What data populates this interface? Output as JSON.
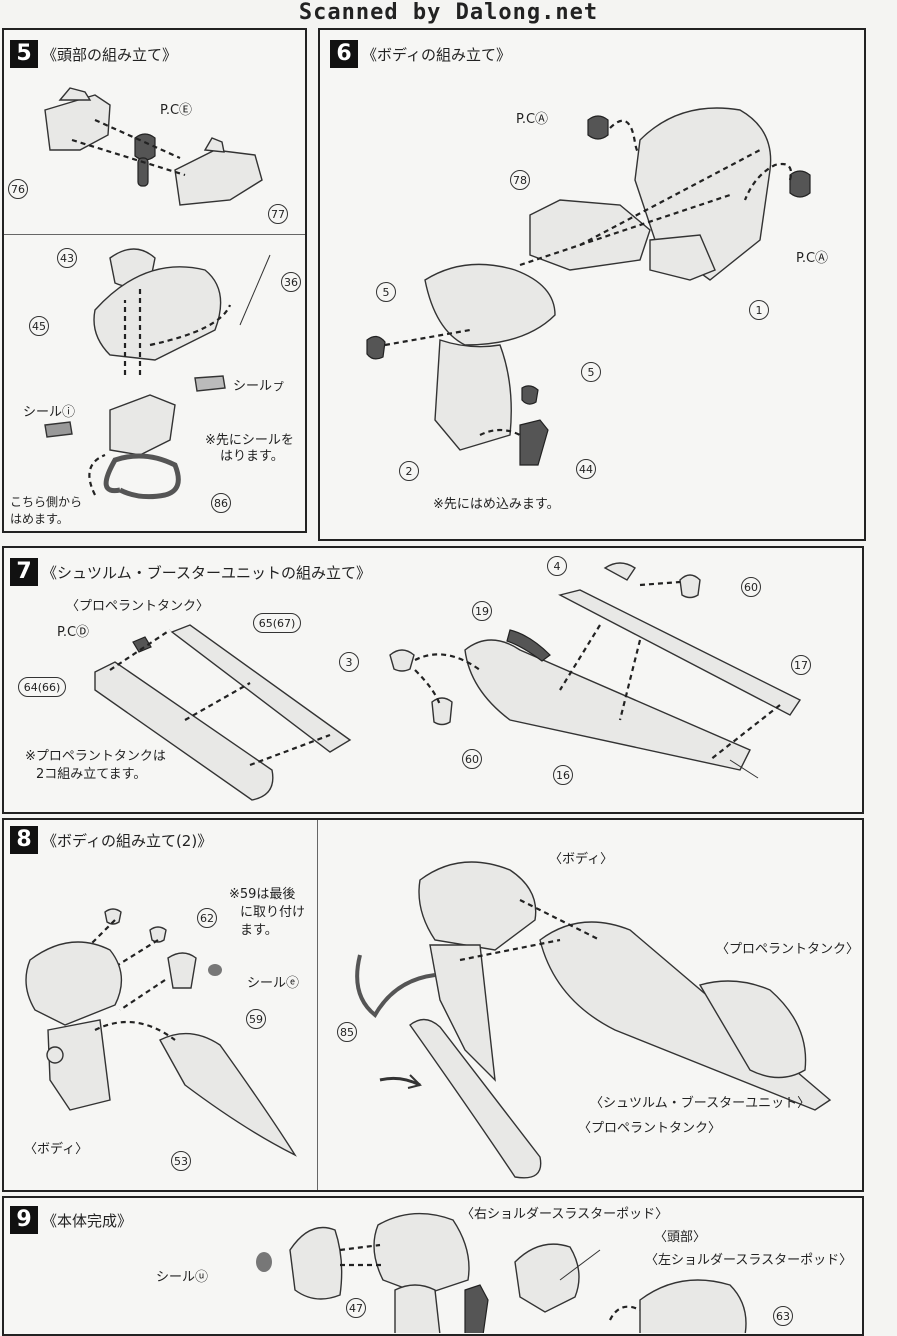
{
  "banner": "Scanned by Dalong.net",
  "s5": {
    "num": "5",
    "title": "《頭部の組み立て》",
    "pce": "P.CⒺ",
    "seal_a": "シールㇷ゚",
    "seal_i": "シールⓘ",
    "note": [
      "※先にシールを",
      "はります。"
    ],
    "side": [
      "こちら側から",
      "はめます。"
    ],
    "parts": [
      "76",
      "77",
      "43",
      "36",
      "45",
      "86"
    ]
  },
  "s6": {
    "num": "6",
    "title": "《ボディの組み立て》",
    "pca1": "P.CⒶ",
    "pca2": "P.CⒶ",
    "note": "※先にはめ込みます。",
    "parts": [
      "78",
      "5",
      "1",
      "5",
      "2",
      "44"
    ]
  },
  "s7": {
    "num": "7",
    "title": "《シュツルム・ブースターユニットの組み立て》",
    "sub": "〈プロペラントタンク〉",
    "pcd": "P.CⒹ",
    "note": [
      "※プロペラントタンクは",
      "2コ組み立てます。"
    ],
    "parts": [
      "65(67)",
      "64(66)",
      "4",
      "60",
      "19",
      "3",
      "17",
      "60",
      "16"
    ]
  },
  "s8": {
    "num": "8",
    "title": "《ボディの組み立て(2)》",
    "note": [
      "※59は最後",
      "に取り付け",
      "ます。"
    ],
    "seal_e": "シールⓔ",
    "body1": "〈ボディ〉",
    "body2": "〈ボディ〉",
    "tank1": "〈プロペラントタンク〉",
    "unit": "〈シュツルム・ブースターユニット〉",
    "tank2": "〈プロペラントタンク〉",
    "parts": [
      "62",
      "59",
      "53",
      "85"
    ]
  },
  "s9": {
    "num": "9",
    "title": "《本体完成》",
    "rshoulder": "〈右ショルダースラスターポッド〉",
    "head": "〈頭部〉",
    "lshoulder": "〈左ショルダースラスターポッド〉",
    "seal_u": "シールⓤ",
    "parts": [
      "47",
      "63"
    ]
  }
}
